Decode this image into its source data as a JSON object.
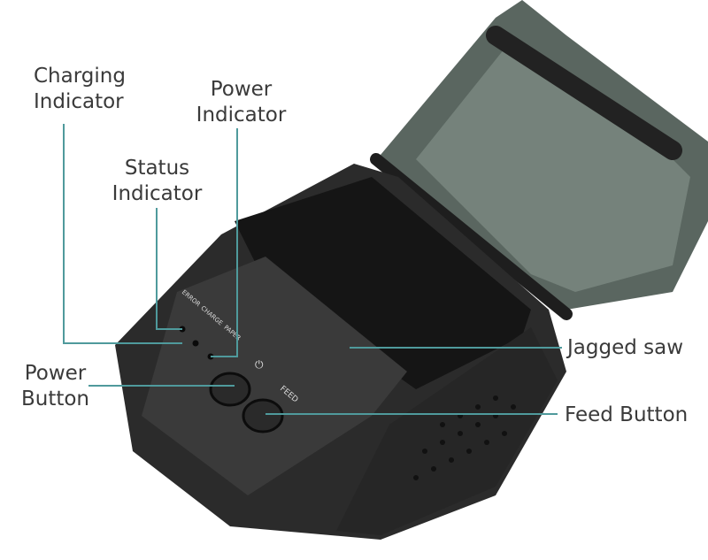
{
  "callouts": {
    "charging_indicator": [
      "Charging",
      "Indicator"
    ],
    "power_indicator": [
      "Power",
      "Indicator"
    ],
    "status_indicator": [
      "Status",
      "Indicator"
    ],
    "power_button": [
      "Power",
      "Button"
    ],
    "jagged_saw": "Jagged saw",
    "feed_button": "Feed Button"
  },
  "printer_markings": {
    "led_labels": [
      "ERROR",
      "CHARGE",
      "PAPER"
    ],
    "feed": "FEED",
    "power_symbol": "power-icon"
  },
  "colors": {
    "leader_line": "#4f9a9c",
    "printer_body": "#2b2b2b",
    "lid": "#5a6660",
    "label_text": "#3a3a3a"
  }
}
